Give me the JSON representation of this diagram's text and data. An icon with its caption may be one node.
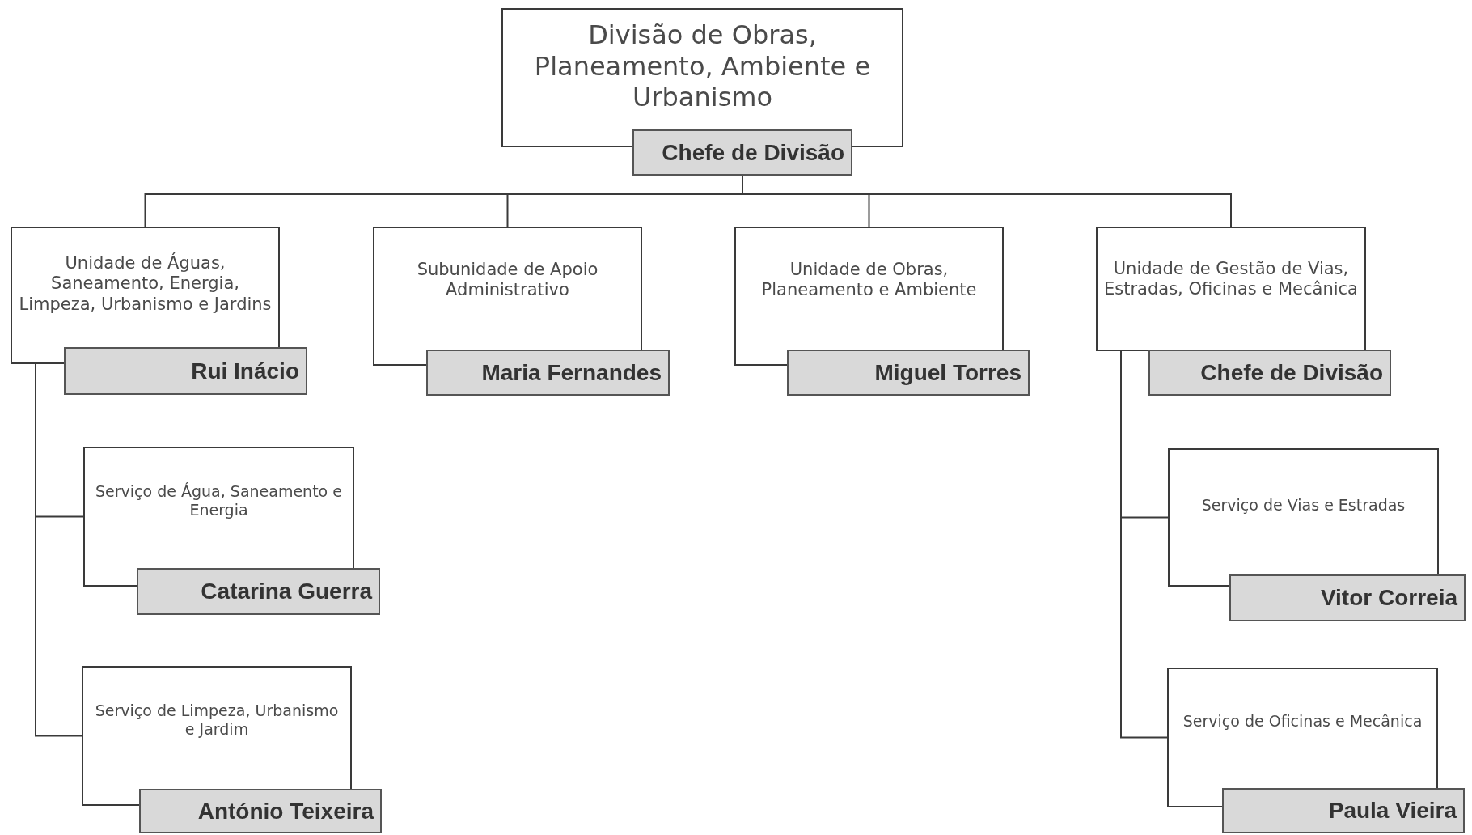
{
  "diagram": {
    "nodes": [
      {
        "text": [
          "Divisão de Obras, Planeamento, Ambiente e Urbanismo"
        ]
      },
      {
        "text": [
          "Chefe de Divisão"
        ]
      },
      {
        "text": [
          "Unidade de Águas, Saneamento, Energia, Limpeza, Urbanismo e Jardins"
        ]
      },
      {
        "text": [
          "Rui Inácio"
        ]
      },
      {
        "text": [
          "Subunidade de Apoio Administrativo"
        ]
      },
      {
        "text": [
          "Maria Fernandes"
        ]
      },
      {
        "text": [
          "Unidade de Obras, Planeamento e Ambiente"
        ]
      },
      {
        "text": [
          "Miguel Torres"
        ]
      },
      {
        "text": [
          "Unidade de Gestão de Vias, Estradas, Oficinas e Mecânica"
        ]
      },
      {
        "text": [
          "Chefe de Divisão"
        ]
      },
      {
        "text": [
          "Serviço de Água, Saneamento e Energia"
        ]
      },
      {
        "text": [
          "Catarina Guerra"
        ]
      },
      {
        "text": [
          "Serviço de Limpeza, Urbanismo e Jardim"
        ]
      },
      {
        "text": [
          "António Teixeira"
        ]
      },
      {
        "text": [
          "Serviço de Vias e Estradas"
        ]
      },
      {
        "text": [
          "Vitor Correia"
        ]
      },
      {
        "text": [
          "Serviço de Oficinas e Mecânica"
        ]
      },
      {
        "text": [
          "Paula Vieira"
        ]
      }
    ],
    "edges": [
      {
        "from": 1,
        "to": 2,
        "arrow": "none"
      },
      {
        "from": 1,
        "to": 4,
        "arrow": "none"
      },
      {
        "from": 1,
        "to": 6,
        "arrow": "none"
      },
      {
        "from": 1,
        "to": 8,
        "arrow": "none"
      },
      {
        "from": 2,
        "to": 10,
        "arrow": "none"
      },
      {
        "from": 2,
        "to": 12,
        "arrow": "none"
      },
      {
        "from": 8,
        "to": 14,
        "arrow": "none"
      },
      {
        "from": 8,
        "to": 16,
        "arrow": "none"
      }
    ]
  }
}
